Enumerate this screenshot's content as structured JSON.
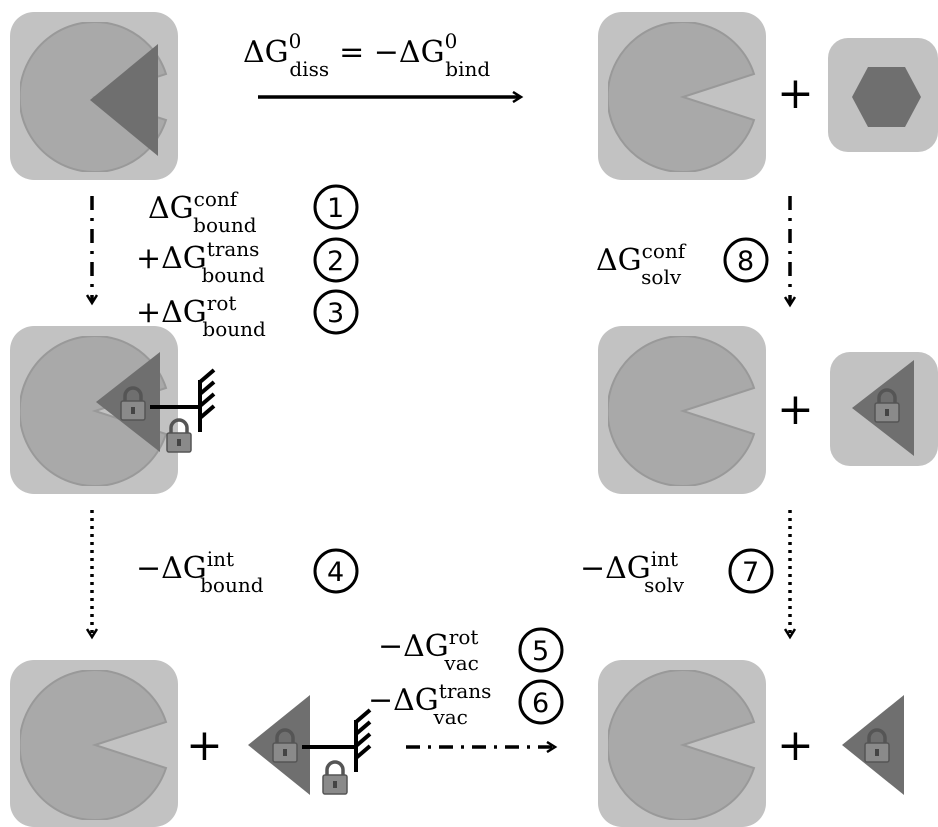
{
  "top_equation": {
    "lhs": "ΔG",
    "lhs_sup": "0",
    "lhs_sub": "diss",
    "equals": "= −ΔG",
    "rhs_sup": "0",
    "rhs_sub": "bind"
  },
  "terms": [
    {
      "step": "1",
      "prefix": "ΔG",
      "sup": "conf",
      "sub": "bound"
    },
    {
      "step": "2",
      "prefix": "+ΔG",
      "sup": "trans",
      "sub": "bound"
    },
    {
      "step": "3",
      "prefix": "+ΔG",
      "sup": "rot",
      "sub": "bound"
    },
    {
      "step": "4",
      "prefix": "−ΔG",
      "sup": "int",
      "sub": "bound"
    },
    {
      "step": "5",
      "prefix": "−ΔG",
      "sup": "rot",
      "sub": "vac"
    },
    {
      "step": "6",
      "prefix": "−ΔG",
      "sup": "trans",
      "sub": "vac"
    },
    {
      "step": "7",
      "prefix": "−ΔG",
      "sup": "int",
      "sub": "solv"
    },
    {
      "step": "8",
      "prefix": "ΔG",
      "sup": "conf",
      "sub": "solv"
    }
  ],
  "plus_sign": "+",
  "colors": {
    "tile": "#c2c2c2",
    "pacman": "#a9a9a9",
    "ligand": "#6f6f6f",
    "lock": "#8a8a8a",
    "plus": "#b5b5b5",
    "arrow": "#000000"
  },
  "icons": [
    "pacman-receptor-icon",
    "triangle-ligand-icon",
    "hexagon-ligand-icon",
    "lock-icon",
    "restraint-spring-icon"
  ]
}
